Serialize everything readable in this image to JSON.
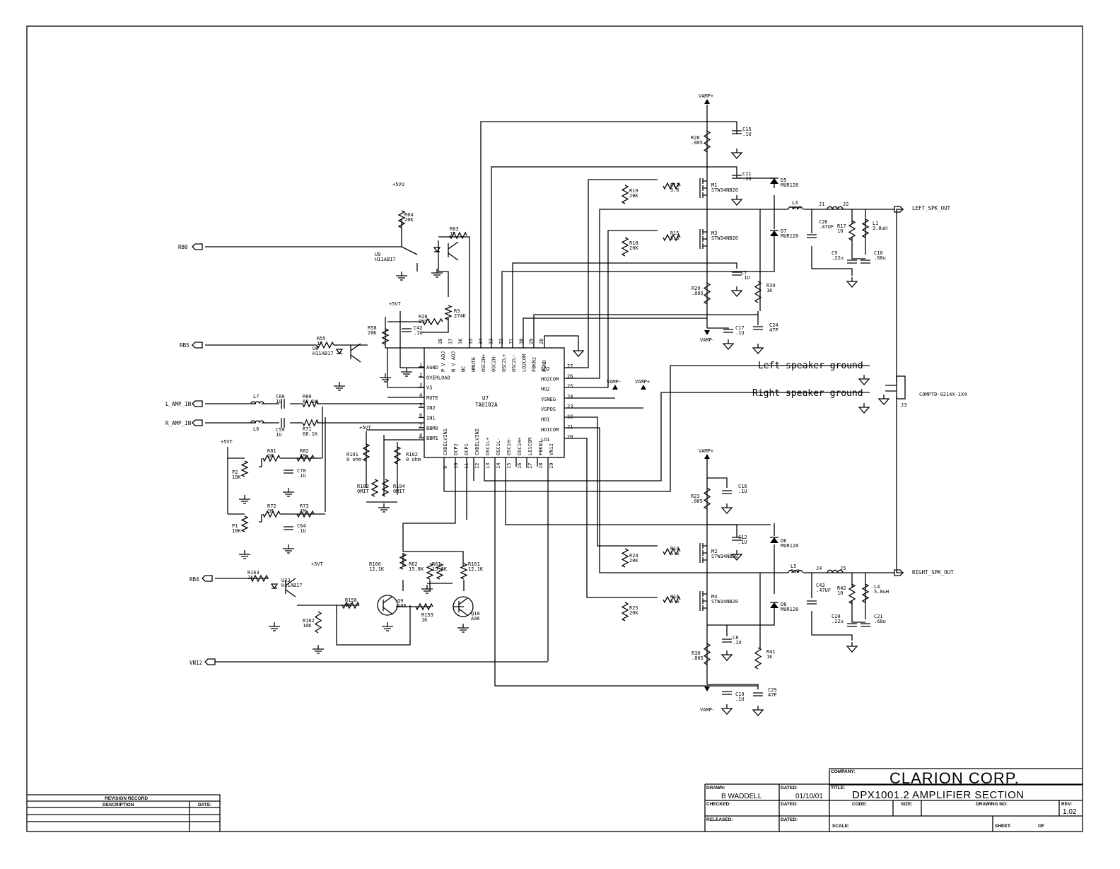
{
  "title_block": {
    "company_label": "COMPANY:",
    "company": "CLARION CORP.",
    "title_label": "TITLE:",
    "title": "DPX1001.2 AMPLIFIER SECTION",
    "drawn_label": "DRAWN:",
    "drawn": "B WADDELL",
    "dated_label": "DATED:",
    "dated": "01/10/01",
    "checked_label": "CHECKED:",
    "released_label": "RELEASED:",
    "code_label": "CODE:",
    "size_label": "SIZE:",
    "drawing_no_label": "DRAWING NO:",
    "rev_label": "REV:",
    "rev": "1.02",
    "scale_label": "SCALE:",
    "sheet_label": "SHEET:",
    "of_label": "OF"
  },
  "revision_record": {
    "title": "REVISION RECORD",
    "description_label": "DESCRIPTION",
    "date_label": "DATE:"
  },
  "ports": {
    "rb0": "RB0",
    "rb5": "RB5",
    "rb4": "RB4",
    "vn12": "VN12",
    "l_amp_in": "L_AMP_IN",
    "r_amp_in": "R_AMP_IN",
    "left_spk_out": "LEFT_SPK_OUT",
    "right_spk_out": "RIGHT_SPK_OUT"
  },
  "rails": {
    "vamp_pos": "VAMP+",
    "vamp_neg": "VAMP-",
    "v5vu": "+5VU",
    "v5vt": "+5VT"
  },
  "notes": {
    "left_ground": "Left speaker ground",
    "right_ground": "Right speaker ground"
  },
  "connector": {
    "ref": "J3",
    "part": "COMPTD-9214X-1X4"
  },
  "chip": {
    "ref": "U7",
    "part": "TA0102A",
    "left_pins": [
      {
        "num": "1",
        "name": "AGND"
      },
      {
        "num": "2",
        "name": "OVERLOAD"
      },
      {
        "num": "3",
        "name": "V5"
      },
      {
        "num": "4",
        "name": "MUTE"
      },
      {
        "num": "5",
        "name": "IN2"
      },
      {
        "num": "6",
        "name": "IN1"
      },
      {
        "num": "7",
        "name": "BBM0"
      },
      {
        "num": "8",
        "name": "BBM1"
      }
    ],
    "right_pins": [
      {
        "num": "27",
        "name": "LO2"
      },
      {
        "num": "26",
        "name": "HO2COM"
      },
      {
        "num": "25",
        "name": "HO2"
      },
      {
        "num": "24",
        "name": "VSNEG"
      },
      {
        "num": "23",
        "name": "VSPOS"
      },
      {
        "num": "22",
        "name": "HO1"
      },
      {
        "num": "21",
        "name": "HO1COM"
      },
      {
        "num": "20",
        "name": "LO1"
      }
    ],
    "top_pins": [
      {
        "num": "38",
        "name": "P V ADJ"
      },
      {
        "num": "37",
        "name": "N V ADJ"
      },
      {
        "num": "36",
        "name": "NC"
      },
      {
        "num": "35",
        "name": "HMUTE"
      },
      {
        "num": "34",
        "name": "OSC2H+"
      },
      {
        "num": "33",
        "name": "OSC2H-"
      },
      {
        "num": "32",
        "name": "OSC2L+"
      },
      {
        "num": "31",
        "name": "OSC2L-"
      },
      {
        "num": "30",
        "name": "LO2COM"
      },
      {
        "num": "29",
        "name": "FBKN2"
      },
      {
        "num": "28",
        "name": "PGND"
      }
    ],
    "bottom_pins": [
      {
        "num": "9",
        "name": "CHDELVIN1"
      },
      {
        "num": "10",
        "name": "OCP2"
      },
      {
        "num": "11",
        "name": "OCP1"
      },
      {
        "num": "12",
        "name": "CHDELVIN2"
      },
      {
        "num": "13",
        "name": "OSC1L+"
      },
      {
        "num": "14",
        "name": "OSC1L-"
      },
      {
        "num": "15",
        "name": "OSC1H-"
      },
      {
        "num": "16",
        "name": "OSC1H+"
      },
      {
        "num": "17",
        "name": "LO1COM"
      },
      {
        "num": "18",
        "name": "FBKN1"
      },
      {
        "num": "19",
        "name": "VN12"
      }
    ]
  },
  "components": [
    {
      "ref": "R64",
      "value": "20K"
    },
    {
      "ref": "U9",
      "value": "H11AB17"
    },
    {
      "ref": "R63",
      "value": "1K"
    },
    {
      "ref": "R28",
      "value": "OMIT"
    },
    {
      "ref": "C42",
      "value": ".1U"
    },
    {
      "ref": "R3",
      "value": "274K"
    },
    {
      "ref": "R58",
      "value": "20K"
    },
    {
      "ref": "R55",
      "value": "1K"
    },
    {
      "ref": "U6",
      "value": "H11AB17"
    },
    {
      "ref": "L7",
      "value": ""
    },
    {
      "ref": "C60",
      "value": "1U"
    },
    {
      "ref": "R80",
      "value": "68.1K"
    },
    {
      "ref": "L6",
      "value": ""
    },
    {
      "ref": "C59",
      "value": "1U"
    },
    {
      "ref": "R71",
      "value": "68.1K"
    },
    {
      "ref": "R81",
      "value": "1M"
    },
    {
      "ref": "R82",
      "value": "1M"
    },
    {
      "ref": "C70",
      "value": ".1U"
    },
    {
      "ref": "P2",
      "value": "10K"
    },
    {
      "ref": "P1",
      "value": "10K"
    },
    {
      "ref": "R72",
      "value": "1M"
    },
    {
      "ref": "R73",
      "value": "1M"
    },
    {
      "ref": "C64",
      "value": ".1U"
    },
    {
      "ref": "R101",
      "value": "0 ohm"
    },
    {
      "ref": "R102",
      "value": "0 ohm"
    },
    {
      "ref": "R103",
      "value": "OMIT"
    },
    {
      "ref": "R104",
      "value": "OMIT"
    },
    {
      "ref": "R160",
      "value": "12.1K"
    },
    {
      "ref": "R62",
      "value": "15.8K"
    },
    {
      "ref": "R61",
      "value": "15.8K"
    },
    {
      "ref": "R161",
      "value": "12.1K"
    },
    {
      "ref": "R163",
      "value": "1K"
    },
    {
      "ref": "U23",
      "value": "H11AB17"
    },
    {
      "ref": "R158",
      "value": "1K"
    },
    {
      "ref": "R159",
      "value": "1K"
    },
    {
      "ref": "R162",
      "value": "10K"
    },
    {
      "ref": "Q9",
      "value": "A06"
    },
    {
      "ref": "Q10",
      "value": "A06"
    },
    {
      "ref": "R20",
      "value": ".005"
    },
    {
      "ref": "C15",
      "value": ".1U"
    },
    {
      "ref": "C11",
      "value": ".1U"
    },
    {
      "ref": "M1",
      "value": "STW34NB20"
    },
    {
      "ref": "R13",
      "value": "5.6"
    },
    {
      "ref": "R19",
      "value": "20K"
    },
    {
      "ref": "M3",
      "value": "STW34NB20"
    },
    {
      "ref": "R15",
      "value": "5.6"
    },
    {
      "ref": "R18",
      "value": "20K"
    },
    {
      "ref": "C7",
      "value": ".1U"
    },
    {
      "ref": "R29",
      "value": ".005"
    },
    {
      "ref": "R39",
      "value": "1K"
    },
    {
      "ref": "C17",
      "value": ".1U"
    },
    {
      "ref": "C24",
      "value": "47P"
    },
    {
      "ref": "D5",
      "value": "MUR120"
    },
    {
      "ref": "D7",
      "value": "MUR120"
    },
    {
      "ref": "L3",
      "value": "9uH"
    },
    {
      "ref": "J1",
      "value": ""
    },
    {
      "ref": "J2",
      "value": ""
    },
    {
      "ref": "C26",
      "value": ".47UF"
    },
    {
      "ref": "R17",
      "value": "10"
    },
    {
      "ref": "L1",
      "value": "3.8uH"
    },
    {
      "ref": "C9",
      "value": ".22u"
    },
    {
      "ref": "C10",
      "value": ".68u"
    },
    {
      "ref": "R23",
      "value": ".005"
    },
    {
      "ref": "C16",
      "value": ".1U"
    },
    {
      "ref": "C12",
      "value": ".1U"
    },
    {
      "ref": "M2",
      "value": "STW34NB20"
    },
    {
      "ref": "R14",
      "value": "5.6"
    },
    {
      "ref": "R24",
      "value": "20K"
    },
    {
      "ref": "M4",
      "value": "STW34NB20"
    },
    {
      "ref": "R16",
      "value": "5.6"
    },
    {
      "ref": "R25",
      "value": "20K"
    },
    {
      "ref": "C8",
      "value": ".1U"
    },
    {
      "ref": "R30",
      "value": ".005"
    },
    {
      "ref": "R41",
      "value": "1K"
    },
    {
      "ref": "C19",
      "value": ".1U"
    },
    {
      "ref": "C29",
      "value": "47P"
    },
    {
      "ref": "D6",
      "value": "MUR120"
    },
    {
      "ref": "D8",
      "value": "MUR120"
    },
    {
      "ref": "L5",
      "value": "9uH"
    },
    {
      "ref": "J4",
      "value": ""
    },
    {
      "ref": "J5",
      "value": ""
    },
    {
      "ref": "C43",
      "value": ".47UF"
    },
    {
      "ref": "R42",
      "value": "10"
    },
    {
      "ref": "L4",
      "value": "5.8uH"
    },
    {
      "ref": "C20",
      "value": ".22u"
    },
    {
      "ref": "C21",
      "value": ".68u"
    }
  ]
}
